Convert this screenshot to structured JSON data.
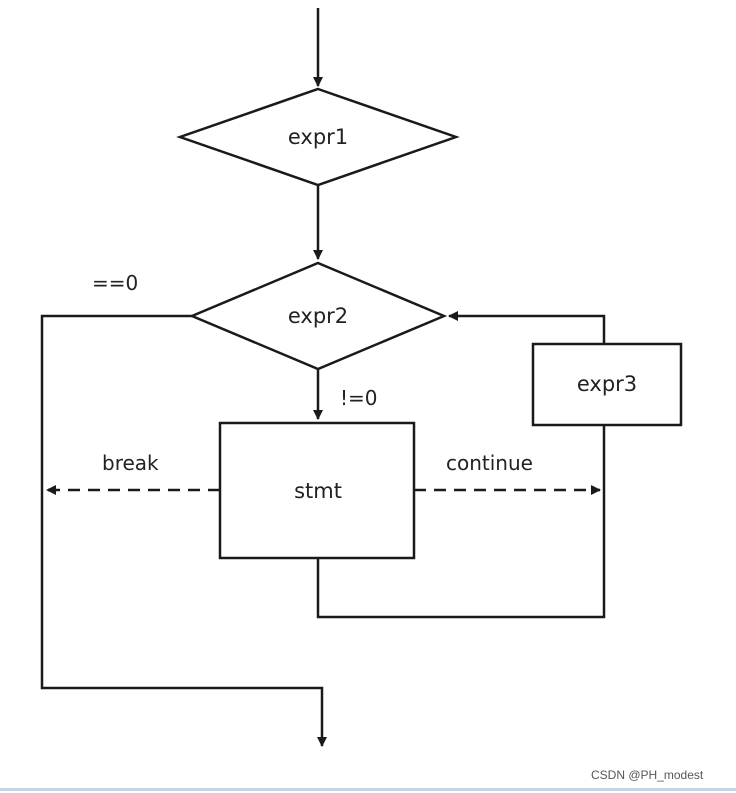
{
  "diagram": {
    "nodes": {
      "expr1": {
        "label": "expr1",
        "shape": "diamond"
      },
      "expr2": {
        "label": "expr2",
        "shape": "diamond"
      },
      "stmt": {
        "label": "stmt",
        "shape": "rectangle"
      },
      "expr3": {
        "label": "expr3",
        "shape": "rectangle"
      }
    },
    "edges": {
      "false_branch": {
        "label": "==0",
        "style": "solid"
      },
      "true_branch": {
        "label": "!=0",
        "style": "solid"
      },
      "break": {
        "label": "break",
        "style": "dashed"
      },
      "continue": {
        "label": "continue",
        "style": "dashed"
      }
    },
    "colors": {
      "stroke": "#1a1a1a",
      "fill": "#ffffff"
    }
  },
  "watermark": "CSDN @PH_modest"
}
